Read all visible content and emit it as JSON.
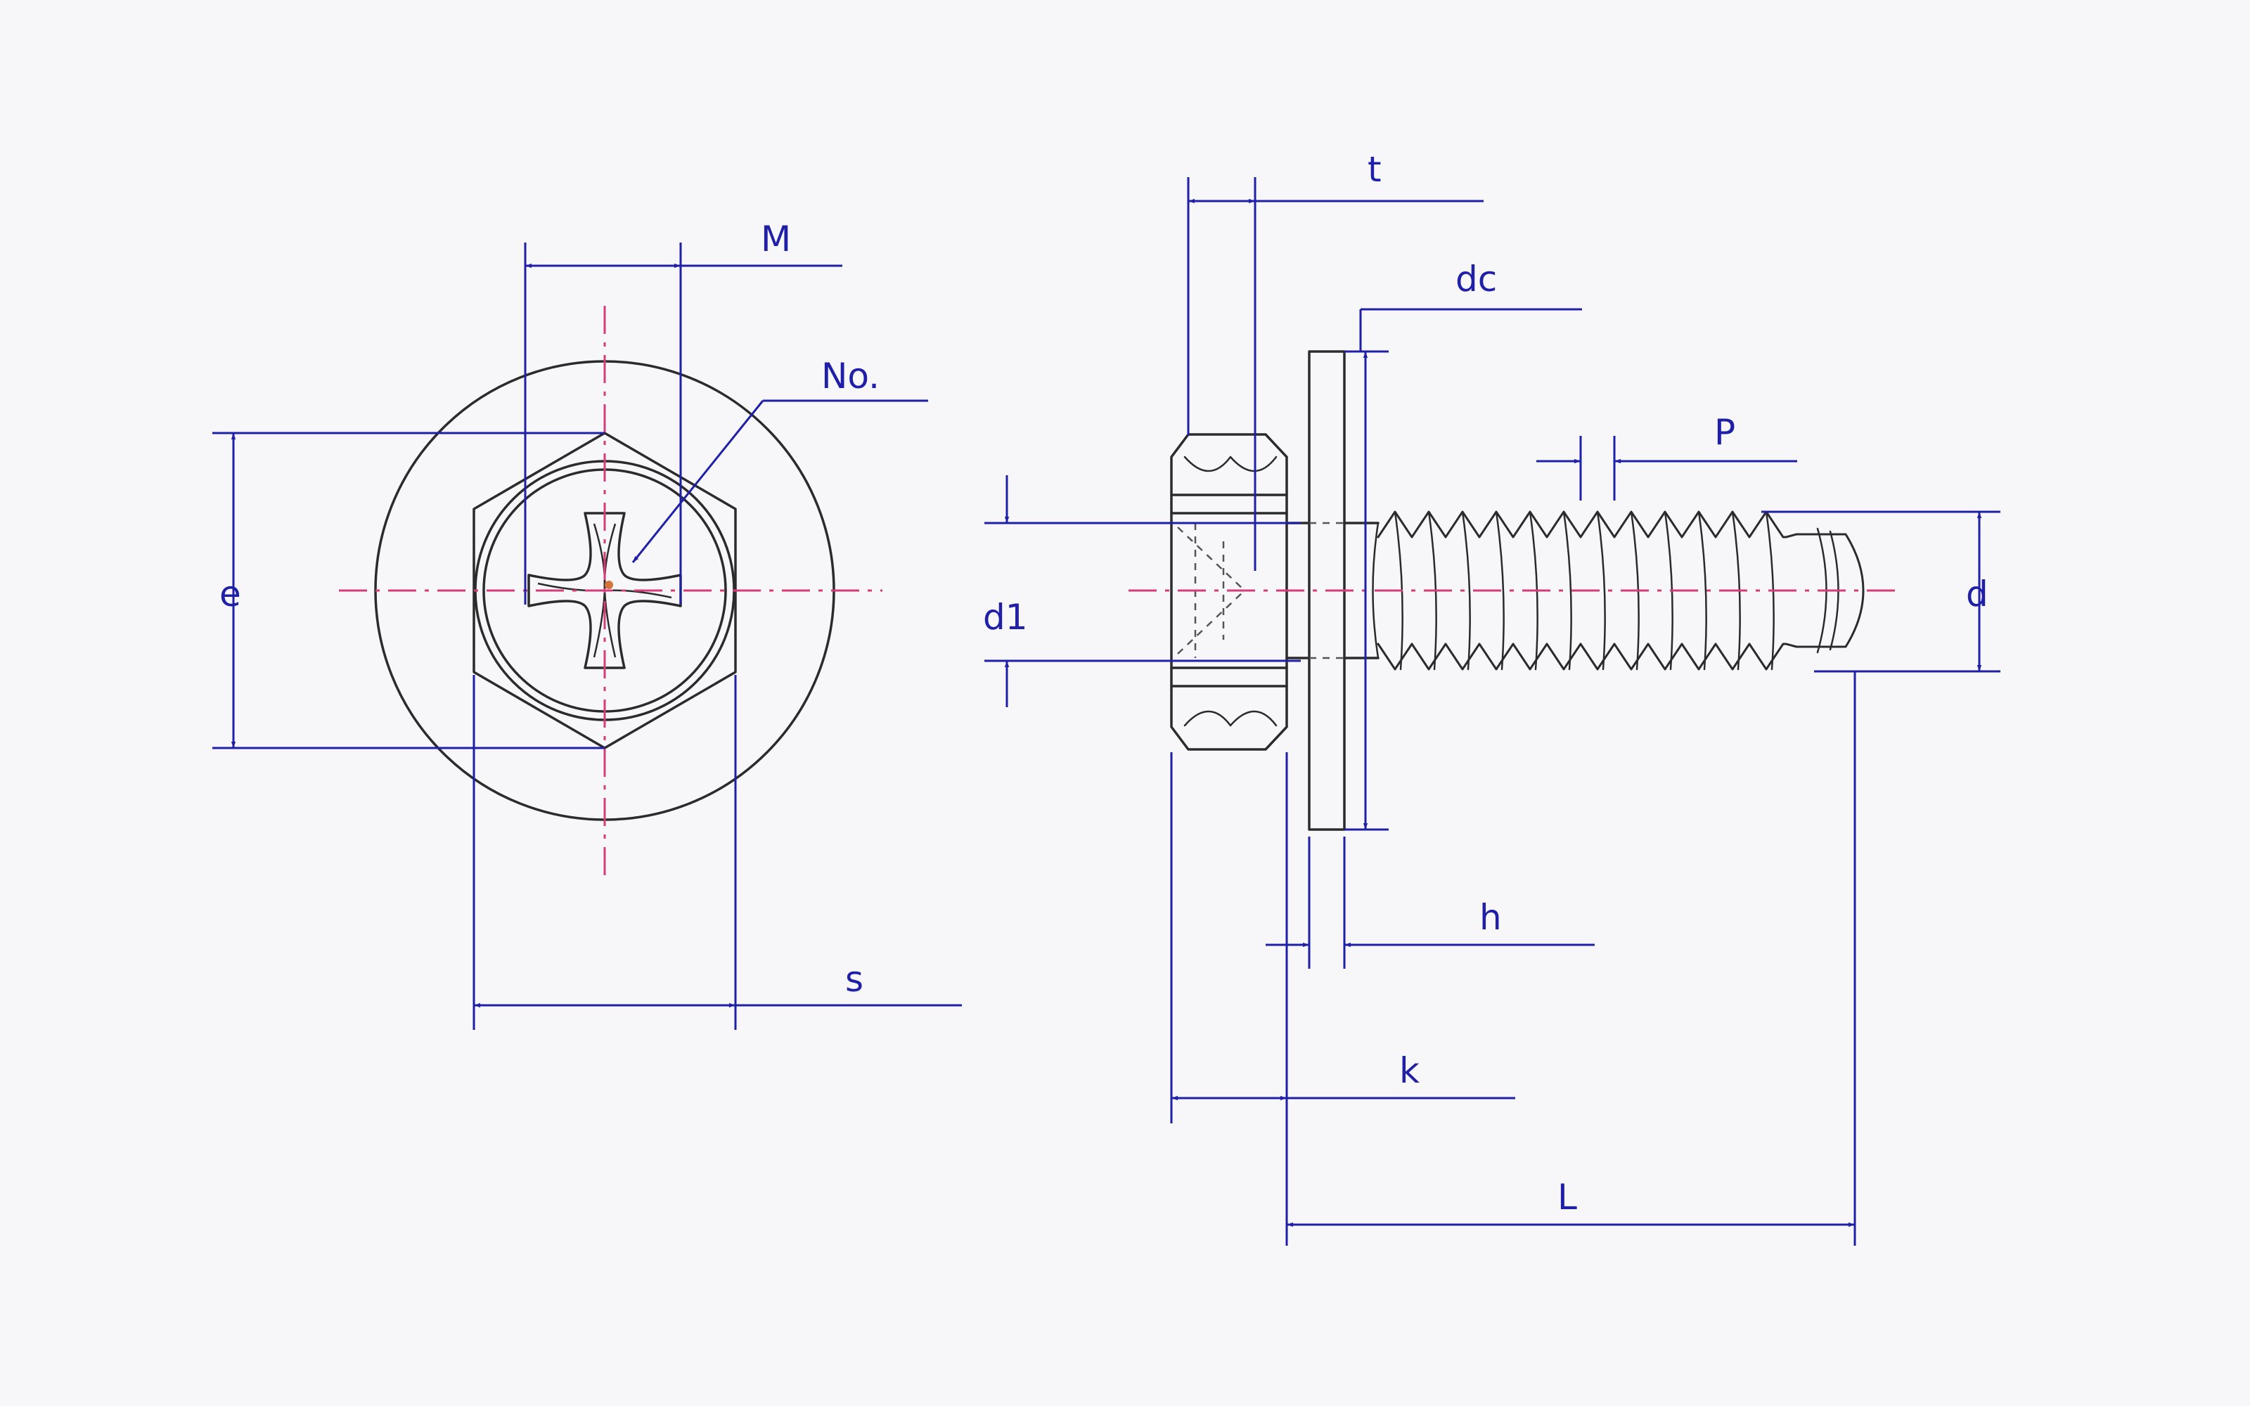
{
  "labels": {
    "M": "M",
    "No": "No.",
    "e": "e",
    "s": "s",
    "t": "t",
    "dc": "dc",
    "P": "P",
    "d1": "d1",
    "d": "d",
    "h": "h",
    "k": "k",
    "L": "L"
  },
  "colors": {
    "background": "#f7f7f9",
    "outline": "#2b2b2b",
    "dimension": "#1f1fa8",
    "centerline": "#d63c7a"
  }
}
